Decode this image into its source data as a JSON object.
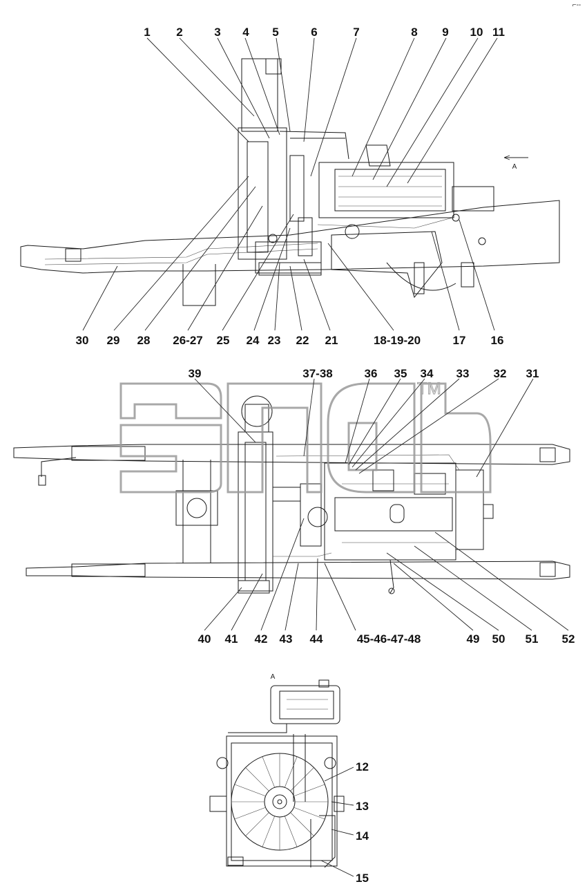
{
  "top_view": {
    "labels_top": [
      "1",
      "2",
      "3",
      "4",
      "5",
      "6",
      "7",
      "8",
      "9",
      "10",
      "11"
    ],
    "labels_bottom": [
      "30",
      "29",
      "28",
      "26-27",
      "25",
      "24",
      "23",
      "22",
      "21",
      "18-19-20",
      "17",
      "16"
    ],
    "arrow_label": "A"
  },
  "plan_view": {
    "labels_top": [
      "39",
      "37-38",
      "36",
      "35",
      "34",
      "33",
      "32",
      "31"
    ],
    "labels_bottom": [
      "40",
      "41",
      "42",
      "43",
      "44",
      "45-46-47-48",
      "49",
      "50",
      "51",
      "52"
    ]
  },
  "view_a": {
    "title": "A",
    "labels_right": [
      "12",
      "13",
      "14",
      "15"
    ]
  },
  "watermark": {
    "trademark": "TM"
  },
  "corner_mark": "⌐--"
}
